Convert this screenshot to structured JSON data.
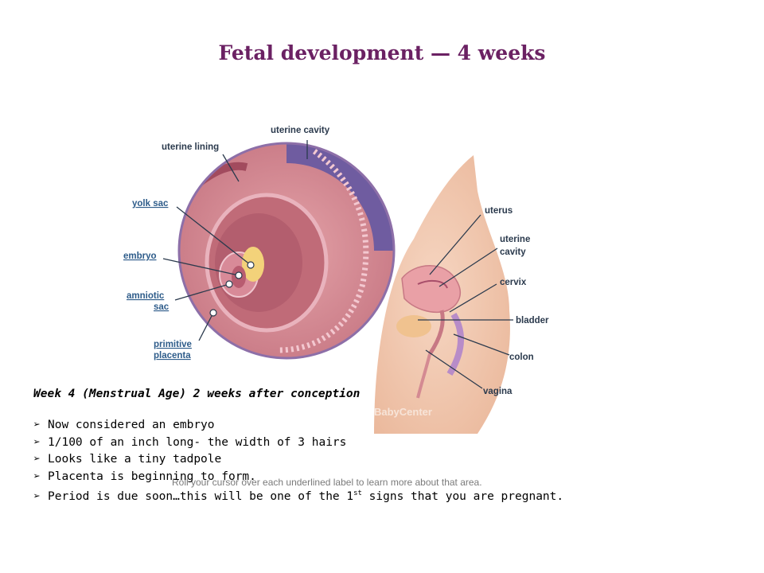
{
  "slide": {
    "title": "Fetal development — 4 weeks"
  },
  "illustration": {
    "inset_labels": {
      "uterine_cavity": "uterine cavity",
      "uterine_lining": "uterine lining",
      "yolk_sac": "yolk sac",
      "embryo": "embryo",
      "amniotic_line1": "amniotic",
      "amniotic_line2": "sac",
      "placenta_line1": "primitive",
      "placenta_line2": "placenta"
    },
    "body_labels": {
      "uterus": "uterus",
      "uterine_cavity_line1": "uterine",
      "uterine_cavity_line2": "cavity",
      "cervix": "cervix",
      "bladder": "bladder",
      "colon": "colon",
      "vagina": "vagina"
    },
    "hint_text": "Roll your cursor over each underlined label to learn more about that area.",
    "watermark": "BabyCenter",
    "colors": {
      "title": "#6b2163",
      "underlined_label": "#2e5c8a",
      "label": "#2b3a4d",
      "inset_tissue": "#d9828e",
      "inset_border": "#6f5ca0",
      "skin": "#f3cdb4"
    }
  },
  "caption": {
    "subtitle": "Week 4 (Menstrual Age) 2 weeks after conception",
    "bullets": [
      "Now considered an embryo",
      "1/100 of an inch long- the width of 3 hairs",
      "Looks like a tiny tadpole",
      "Placenta is beginning to form.",
      "Period is due soon…this will be one of the 1"
    ],
    "last_bullet_sup": "st",
    "last_bullet_tail": " signs that you are pregnant."
  }
}
